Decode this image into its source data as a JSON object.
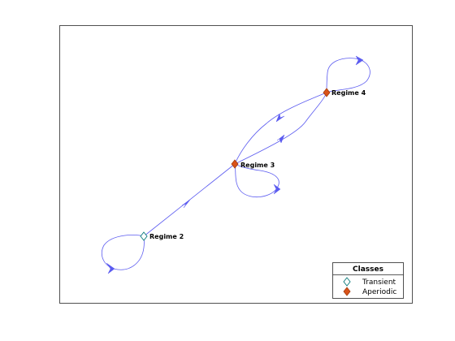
{
  "colors": {
    "edge": "#5b5bf0",
    "transient_fill": "#ffffff",
    "transient_stroke": "#0b7a7a",
    "aperiodic_fill": "#d95319",
    "aperiodic_stroke": "#a23c0e"
  },
  "nodes": [
    {
      "id": "regime-2",
      "label": "Regime 2",
      "class": "transient"
    },
    {
      "id": "regime-3",
      "label": "Regime 3",
      "class": "aperiodic"
    },
    {
      "id": "regime-4",
      "label": "Regime 4",
      "class": "aperiodic"
    }
  ],
  "edges": [
    {
      "from": "Regime 2",
      "to": "Regime 2"
    },
    {
      "from": "Regime 2",
      "to": "Regime 3"
    },
    {
      "from": "Regime 3",
      "to": "Regime 3"
    },
    {
      "from": "Regime 3",
      "to": "Regime 4"
    },
    {
      "from": "Regime 4",
      "to": "Regime 3"
    },
    {
      "from": "Regime 4",
      "to": "Regime 4"
    }
  ],
  "legend": {
    "title": "Classes",
    "entries": [
      {
        "label": "Transient",
        "marker": "open-diamond"
      },
      {
        "label": "Aperiodic",
        "marker": "filled-diamond"
      }
    ]
  }
}
